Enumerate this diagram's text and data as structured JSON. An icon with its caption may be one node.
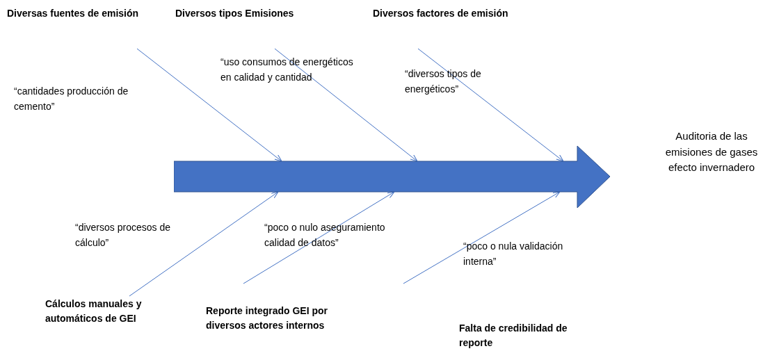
{
  "diagram": {
    "nodes": [
      {
        "text": [
          "Diversas fuentes de emisión"
        ]
      },
      {
        "text": [
          "Diversos tipos Emisiones"
        ]
      },
      {
        "text": [
          "Diversos factores de emisión"
        ]
      },
      {
        "text": [
          "Cálculos manuales y automáticos de GEI"
        ]
      },
      {
        "text": [
          "Reporte integrado GEI  por diversos actores internos"
        ]
      },
      {
        "text": [
          "Falta de credibilidad de reporte"
        ]
      },
      {
        "text": [],
        "shape": "arrow"
      },
      {
        "text": [
          "Auditoria de las emisiones de gases efecto invernadero"
        ]
      }
    ],
    "edges": [
      {
        "from": null,
        "to": 6,
        "arrow": "to"
      },
      {
        "from": null,
        "to": 6,
        "arrow": "to"
      },
      {
        "from": null,
        "to": 6,
        "arrow": "to"
      },
      {
        "from": 3,
        "to": 6,
        "arrow": "to"
      },
      {
        "from": null,
        "to": 6,
        "arrow": "to"
      },
      {
        "from": null,
        "to": 6,
        "arrow": "to"
      }
    ],
    "labels": [
      "“cantidades producción de cemento”",
      "“uso consumos de energéticos en calidad y cantidad",
      "“diversos tipos de energéticos”",
      "“diversos procesos de cálculo”",
      "“poco o nulo aseguramiento calidad de datos”",
      "“poco o nula validación interna”"
    ]
  }
}
